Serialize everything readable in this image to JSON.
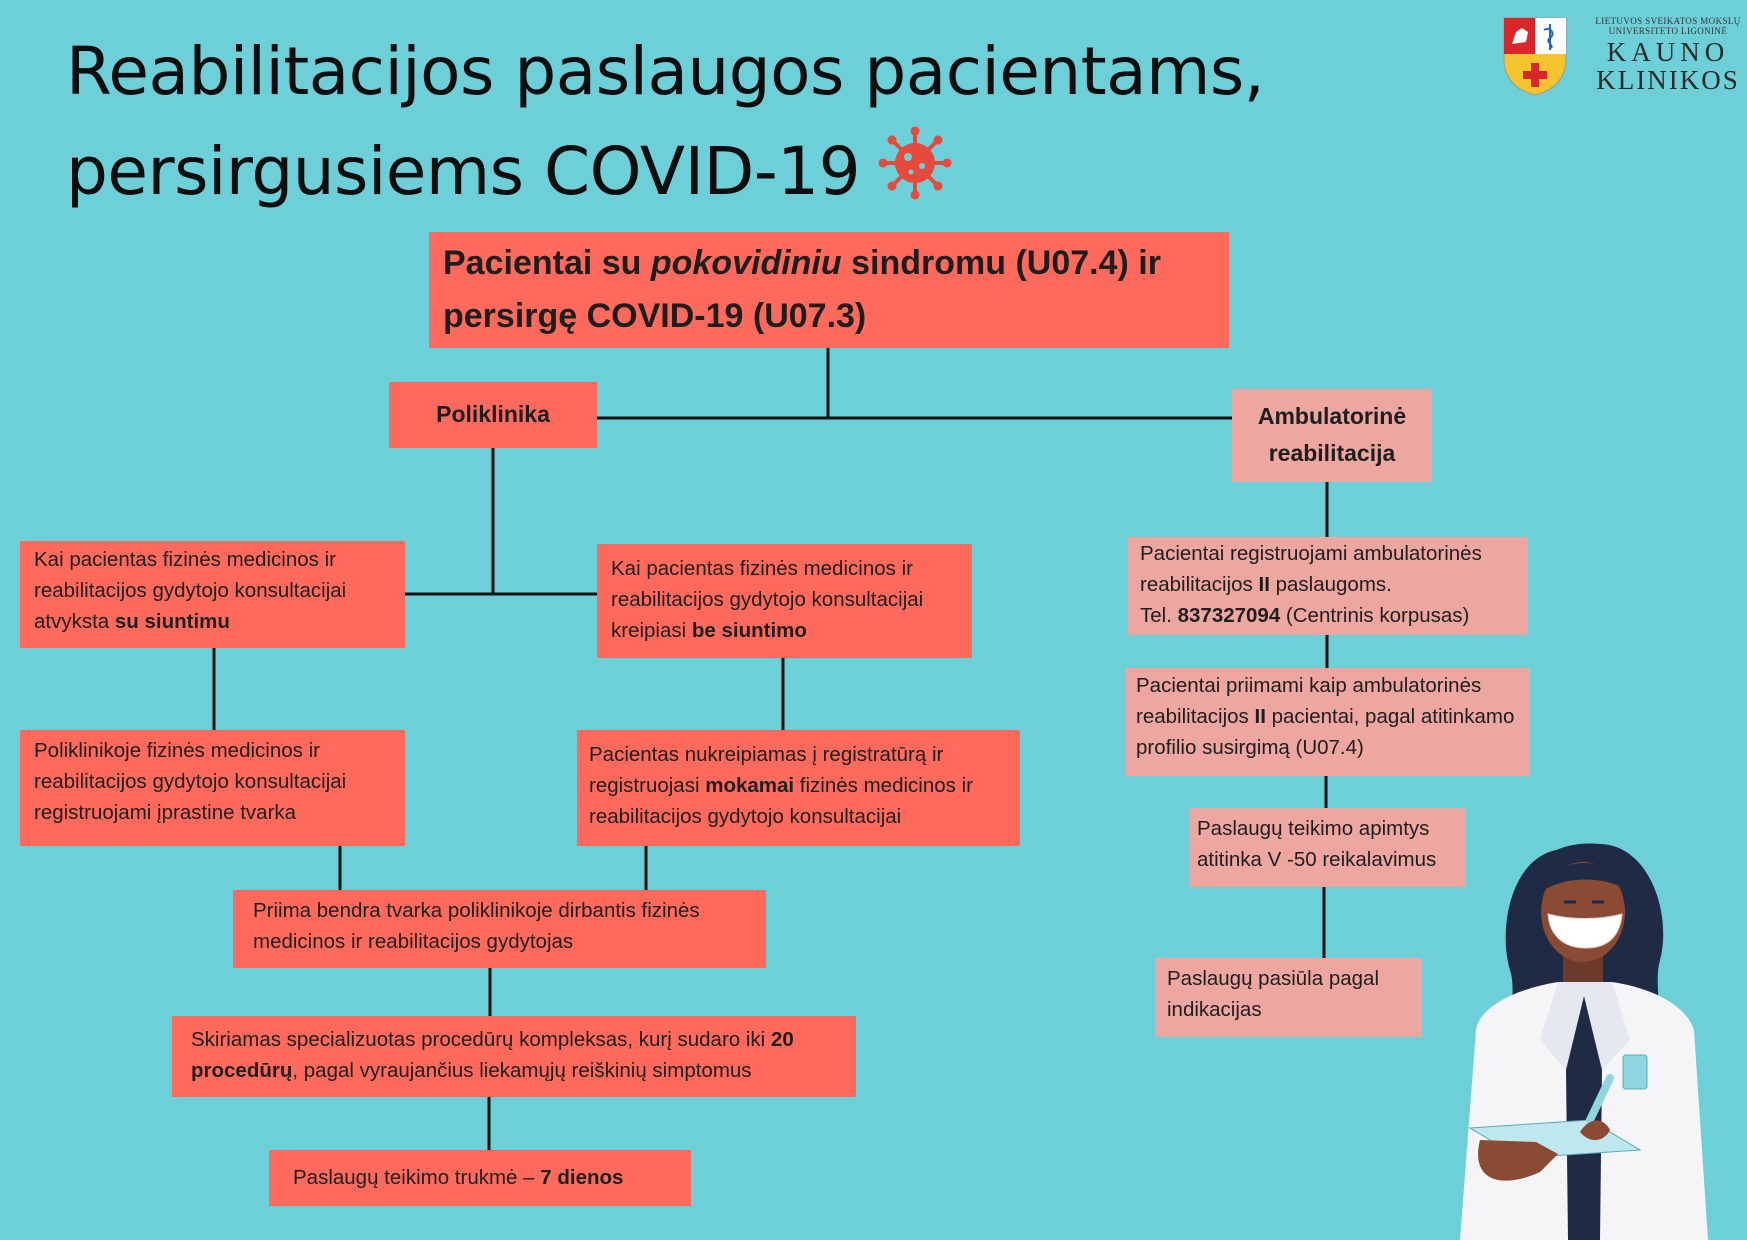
{
  "title": {
    "line1": "Reabilitacijos paslaugos pacientams,",
    "line2": "persirgusiems COVID-19"
  },
  "logo": {
    "top_text": "LIETUVOS SVEIKATOS MOKSLŲ UNIVERSITETO LIGONINĖ",
    "line1": "KAUNO",
    "line2": "KLINIKOS"
  },
  "root": {
    "part1": "Pacientai su ",
    "part2_italic": "pokovidiniu",
    "part3": " sindromu (U07.4) ir persirgę COVID-19 (U07.3)"
  },
  "poliklinika": {
    "label": "Poliklinika",
    "with_referral": {
      "text": "Kai pacientas fizinės  medicinos ir reabilitacijos  gydytojo konsultacijai atvyksta ",
      "bold": "su siuntimu"
    },
    "without_referral": {
      "text": "Kai pacientas fizinės medicinos  ir reabilitacijos gydytojo konsultacijai kreipiasi ",
      "bold": "be siuntimo"
    },
    "registered_normal": "Poliklinikoje fizinės medicinos ir reabilitacijos gydytojo konsultacijai registruojami įprastine tvarka",
    "paid": {
      "pre": "Pacientas nukreipiamas į registratūrą ir registruojasi  ",
      "bold": "mokamai",
      "post": " fizinės medicinos ir reabilitacijos gydytojo konsultacijai"
    },
    "accepted": "Priima bendra tvarka poliklinikoje dirbantis  fizinės medicinos ir reabilitacijos gydytojas",
    "complex": {
      "pre": "Skiriamas specializuotas procedūrų kompleksas, kurį sudaro  iki ",
      "bold": "20 procedūrų",
      "post": ", pagal vyraujančius liekamųjų reiškinių simptomus"
    },
    "duration": {
      "pre": "Paslaugų teikimo trukmė – ",
      "bold": "7 dienos"
    }
  },
  "ambulatory": {
    "label": "Ambulatorinė reabilitacija",
    "registered": {
      "t1": "Pacientai registruojami ambulatorinės reabilitacijos ",
      "b1": "II",
      "t2": " paslaugoms.",
      "t3": "Tel. ",
      "phone": "837327094",
      "t4": " (Centrinis korpusas)"
    },
    "accepted": {
      "t1": "Pacientai priimami kaip ambulatorinės reabilitacijos ",
      "b1": "II",
      "t2": " pacientai, pagal atitinkamo profilio susirgimą (U07.4)"
    },
    "scope": "Paslaugų teikimo apimtys atitinka V -50 reikalavimus",
    "offer": "Paslaugų pasiūla pagal indikacijas"
  },
  "colors": {
    "background": "#6dd0d8",
    "coral": "#ff6a5c",
    "pink": "#eea6a0",
    "line": "#111111",
    "virus": "#e7493a"
  }
}
